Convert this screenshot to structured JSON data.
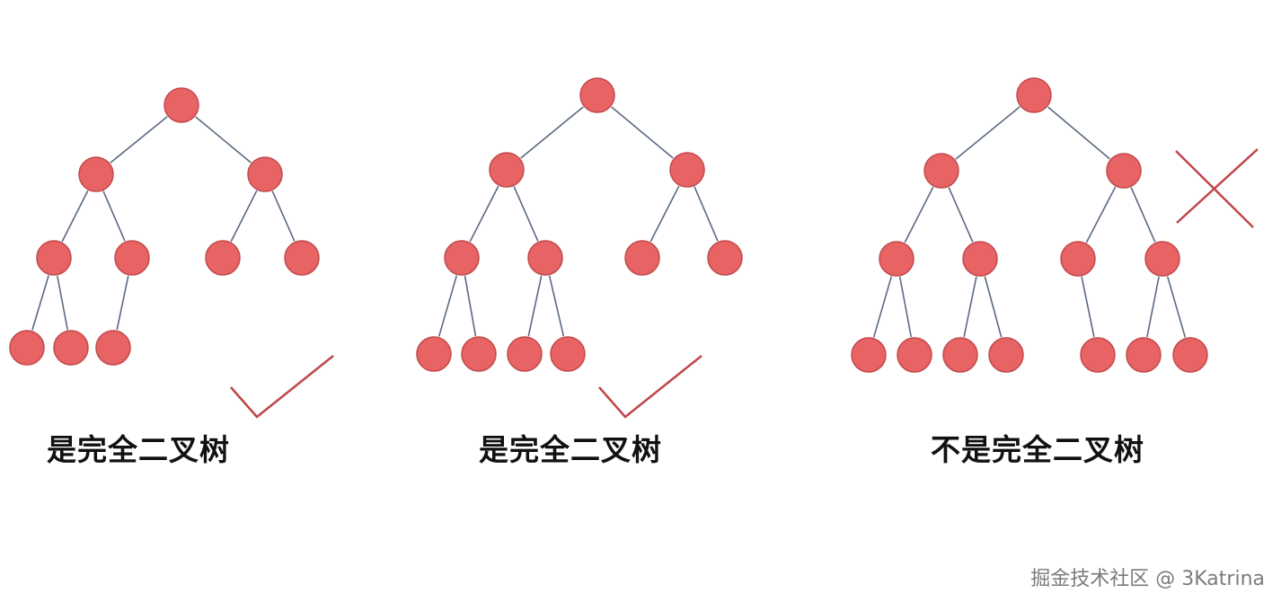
{
  "colors": {
    "node_fill": "#e86364",
    "node_stroke": "#c24a4c",
    "edge": "#5a6a80",
    "mark": "#c0464a",
    "text": "#111111"
  },
  "trees": [
    {
      "caption": "是完全二叉树",
      "verdict": "check",
      "nodes": [
        "r",
        "l",
        "rr",
        "ll",
        "lr",
        "rl",
        "rrr",
        "lll",
        "llr",
        "lrl"
      ]
    },
    {
      "caption": "是完全二叉树",
      "verdict": "check",
      "nodes": [
        "r",
        "l",
        "rr",
        "ll",
        "lr",
        "rl",
        "rrr",
        "lll",
        "llr",
        "lrl",
        "lrr"
      ]
    },
    {
      "caption": "不是完全二叉树",
      "verdict": "cross",
      "nodes": [
        "r",
        "l",
        "rr",
        "ll",
        "lr",
        "rl",
        "rrr",
        "lll",
        "llr",
        "lrl",
        "lrr",
        "rlr",
        "rrl",
        "rrr2"
      ]
    }
  ],
  "watermark": "掘金技术社区 @ 3Katrina"
}
